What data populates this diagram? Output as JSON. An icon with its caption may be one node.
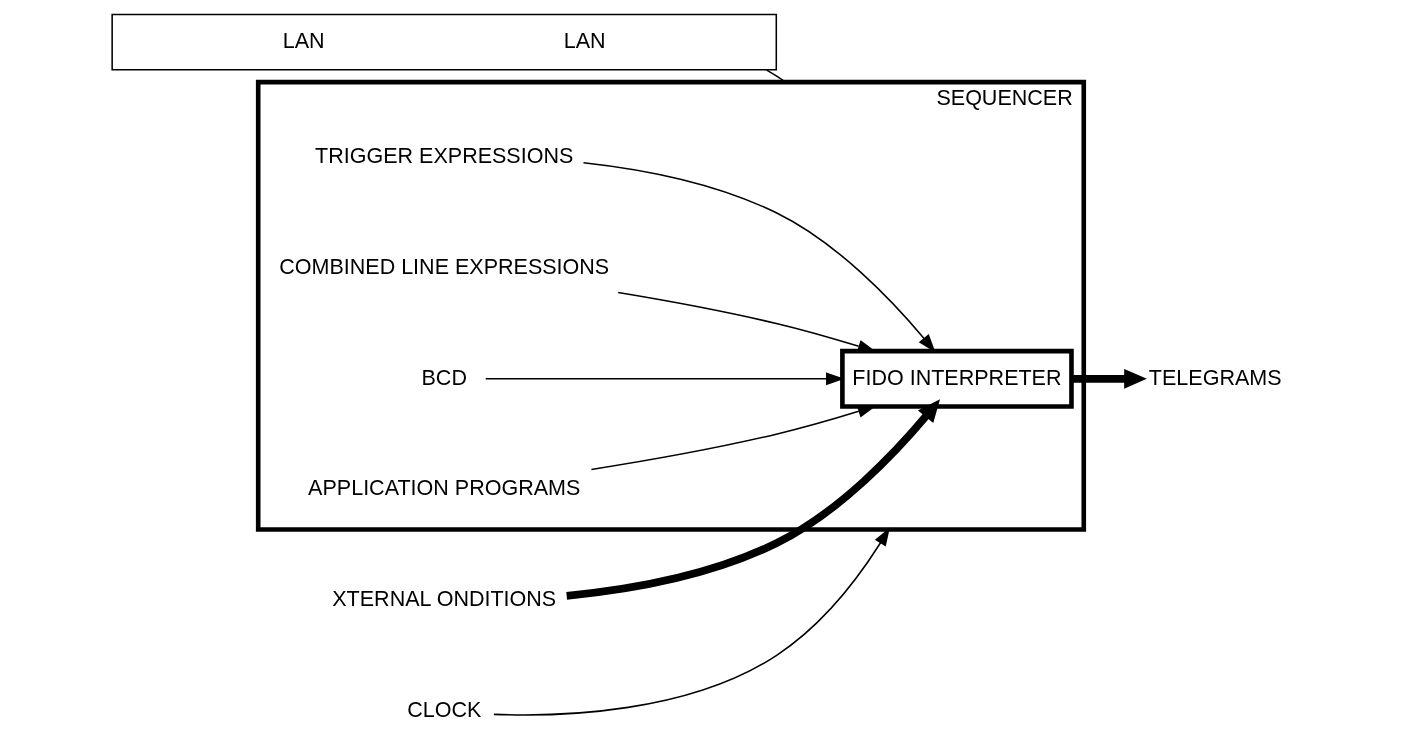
{
  "diagram": {
    "nodes": [
      {
        "text": [
          "LAN",
          "LAN"
        ]
      },
      {
        "text": [
          "SEQUENCER"
        ]
      },
      {
        "text": [
          "FIDO INTERPRETER"
        ],
        "in": 1
      },
      {
        "text": [
          "XTERNAL ONDITIONS"
        ]
      },
      {
        "text": [
          "TELEGRAMS"
        ]
      },
      {
        "text": [
          "CLOCK"
        ]
      },
      {
        "text": [
          "TRIGGER EXPRESSIONS"
        ],
        "in": 1
      },
      {
        "text": [
          "COMBINED LINE EXPRESSIONS"
        ],
        "in": 1
      },
      {
        "text": [
          "BCD"
        ],
        "in": 1
      },
      {
        "text": [
          "APPLICATION PROGRAMS"
        ],
        "in": 1
      }
    ],
    "edges": [
      {
        "from": 0,
        "to": 1,
        "arrow": "none"
      },
      {
        "from": 3,
        "to": 2,
        "arrow": "to",
        "style": "thick"
      },
      {
        "from": 2,
        "to": 4,
        "arrow": "to",
        "style": "thick"
      },
      {
        "from": 5,
        "to": 1,
        "arrow": "to"
      },
      {
        "from": 6,
        "to": 2,
        "arrow": "to"
      },
      {
        "from": 7,
        "to": 2,
        "arrow": "to"
      },
      {
        "from": 8,
        "to": 2,
        "arrow": "to"
      },
      {
        "from": 9,
        "to": 2,
        "arrow": "to"
      }
    ]
  }
}
